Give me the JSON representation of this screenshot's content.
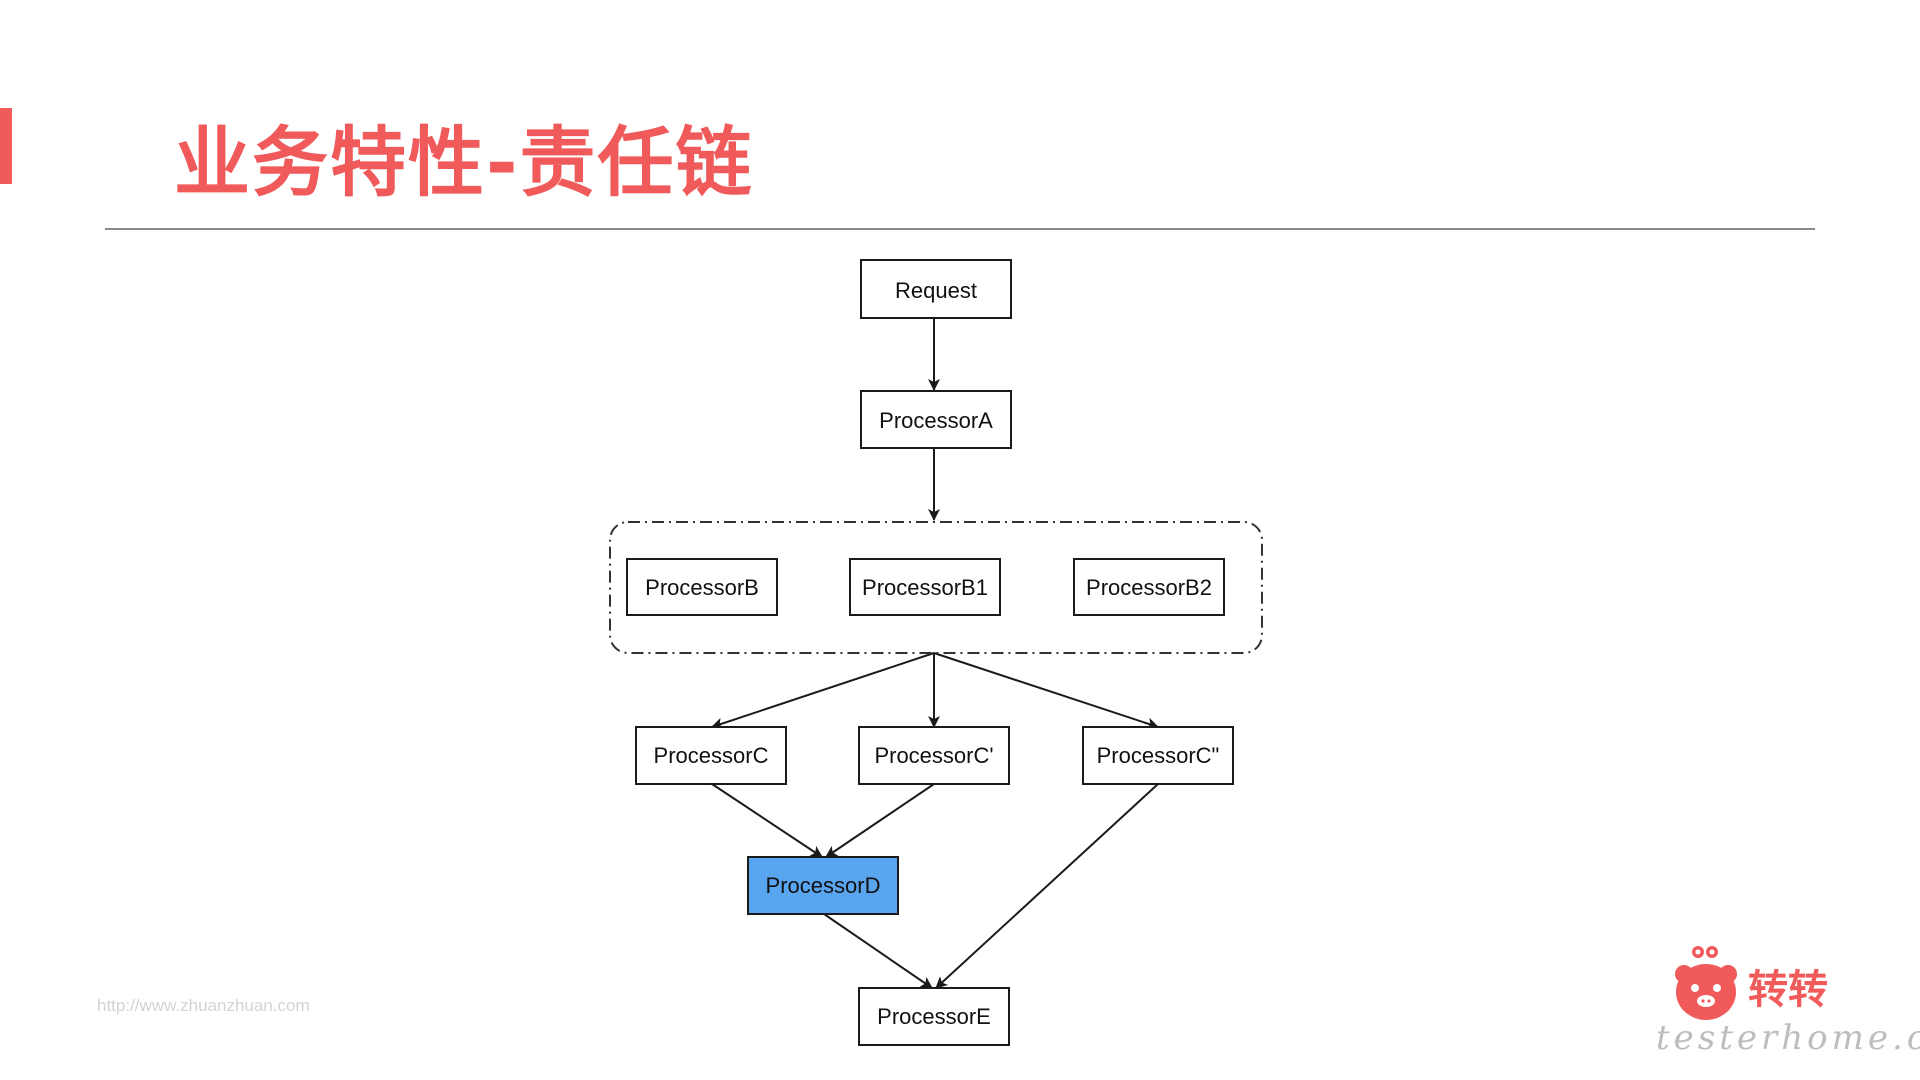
{
  "slide": {
    "title": "业务特性-责任链",
    "footer_url": "http://www.zhuanzhuan.com",
    "brand_name": "转转",
    "watermark": "testerhome.com"
  },
  "diagram": {
    "nodes": {
      "request": "Request",
      "processor_a": "ProcessorA",
      "processor_b": "ProcessorB",
      "processor_b1": "ProcessorB1",
      "processor_b2": "ProcessorB2",
      "processor_c": "ProcessorC",
      "processor_c_prime": "ProcessorC'",
      "processor_c_double_prime": "ProcessorC\"",
      "processor_d": "ProcessorD",
      "processor_e": "ProcessorE"
    },
    "highlighted_node": "processor_d",
    "edges": [
      [
        "request",
        "processor_a"
      ],
      [
        "processor_a",
        "group_b"
      ],
      [
        "group_b",
        "processor_c"
      ],
      [
        "group_b",
        "processor_c_prime"
      ],
      [
        "group_b",
        "processor_c_double_prime"
      ],
      [
        "processor_c",
        "processor_d"
      ],
      [
        "processor_c_prime",
        "processor_d"
      ],
      [
        "processor_d",
        "processor_e"
      ],
      [
        "processor_c_double_prime",
        "processor_e"
      ]
    ]
  },
  "colors": {
    "accent": "#f05a5a",
    "highlight_fill": "#5aa5f0",
    "node_border": "#1a1a1a",
    "footer_text": "#d3d3d3",
    "watermark_text": "#bdbdbd"
  }
}
